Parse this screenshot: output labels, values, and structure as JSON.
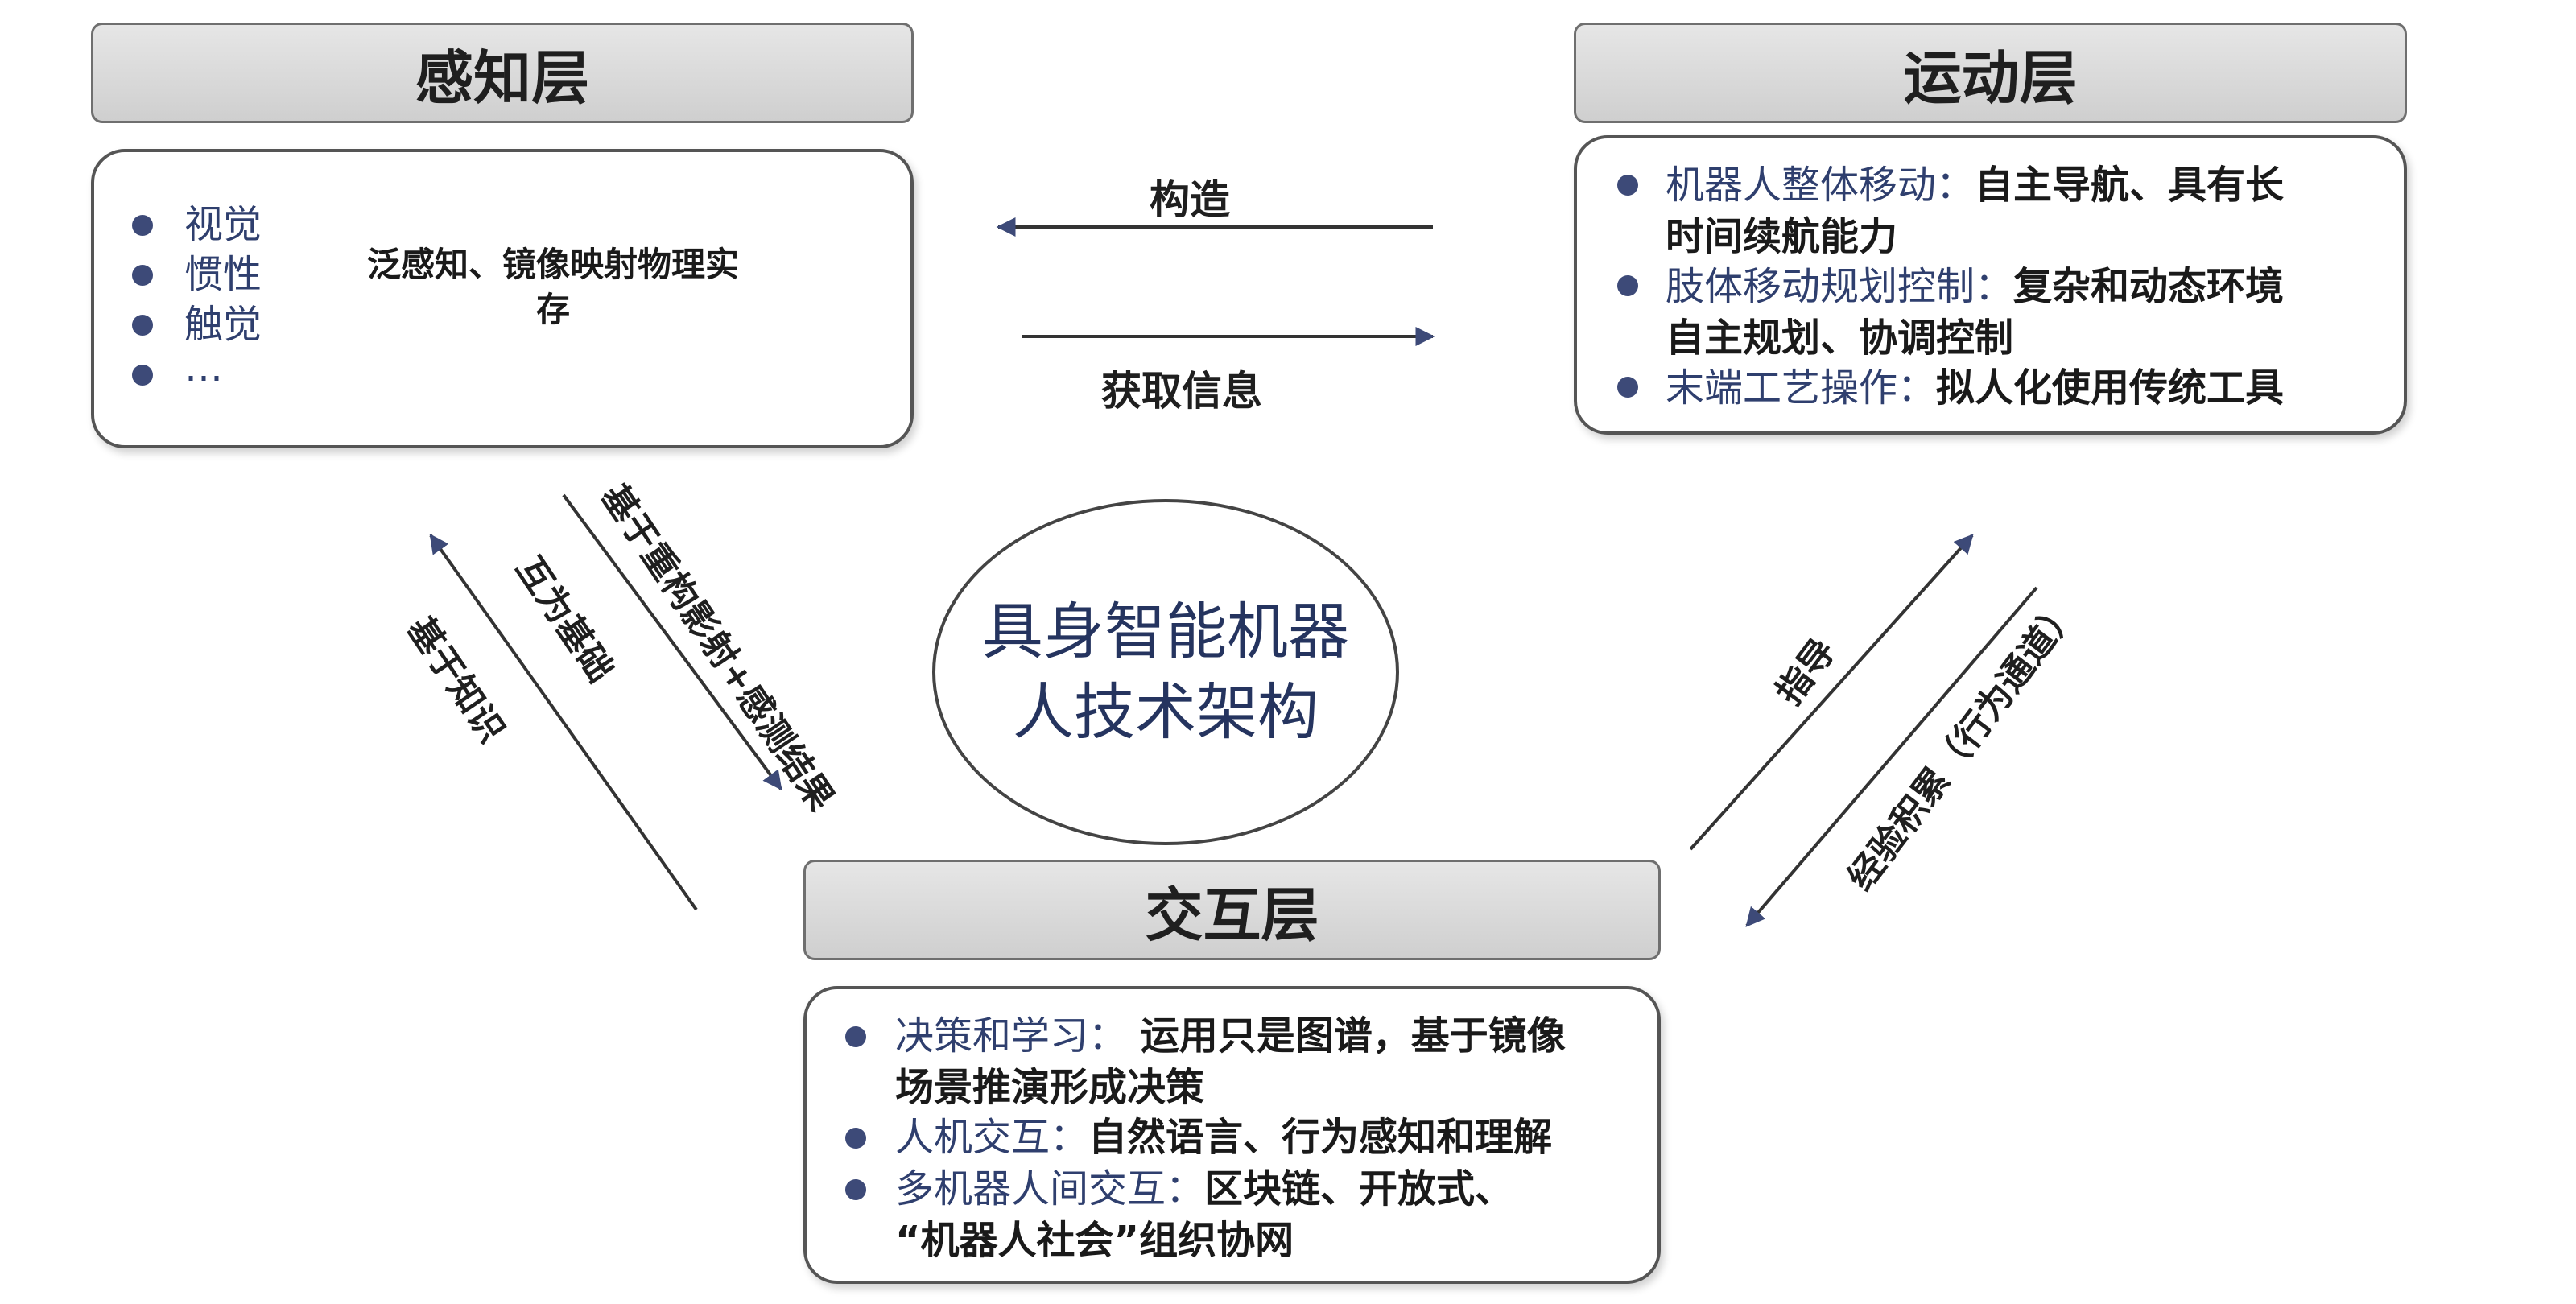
{
  "perception": {
    "title": "感知层",
    "items": [
      "视觉",
      "惯性",
      "触觉",
      "…"
    ],
    "note_line1": "泛感知、镜像映射物理实",
    "note_line2": "存"
  },
  "motion": {
    "title": "运动层",
    "items": [
      {
        "key": "机器人整体移动：",
        "line1": "自主导航、具有长",
        "line2": "时间续航能力"
      },
      {
        "key": "肢体移动规划控制：",
        "line1": "复杂和动态环境",
        "line2": "自主规划、协调控制"
      },
      {
        "key": "末端工艺操作：",
        "line1": "拟人化使用传统工具",
        "line2": ""
      }
    ]
  },
  "interaction": {
    "title": "交互层",
    "items": [
      {
        "key": "决策和学习：",
        "line1": " 运用只是图谱，基于镜像",
        "line2": "场景推演形成决策"
      },
      {
        "key": "人机交互：",
        "line1": "自然语言、行为感知和理解",
        "line2": ""
      },
      {
        "key": "多机器人间交互：",
        "line1": "区块链、开放式、",
        "line2": "“机器人社会”组织协网"
      }
    ]
  },
  "center": {
    "line1": "具身智能机器",
    "line2": "人技术架构"
  },
  "arrows": {
    "construct": "构造",
    "acquire": "获取信息",
    "based_knowledge": "基于知识",
    "mutual_basis": "互为基础",
    "based_mapping": "基于重构影射+感测结果",
    "guidance": "指导",
    "experience": "经验积累（行为通道）"
  }
}
